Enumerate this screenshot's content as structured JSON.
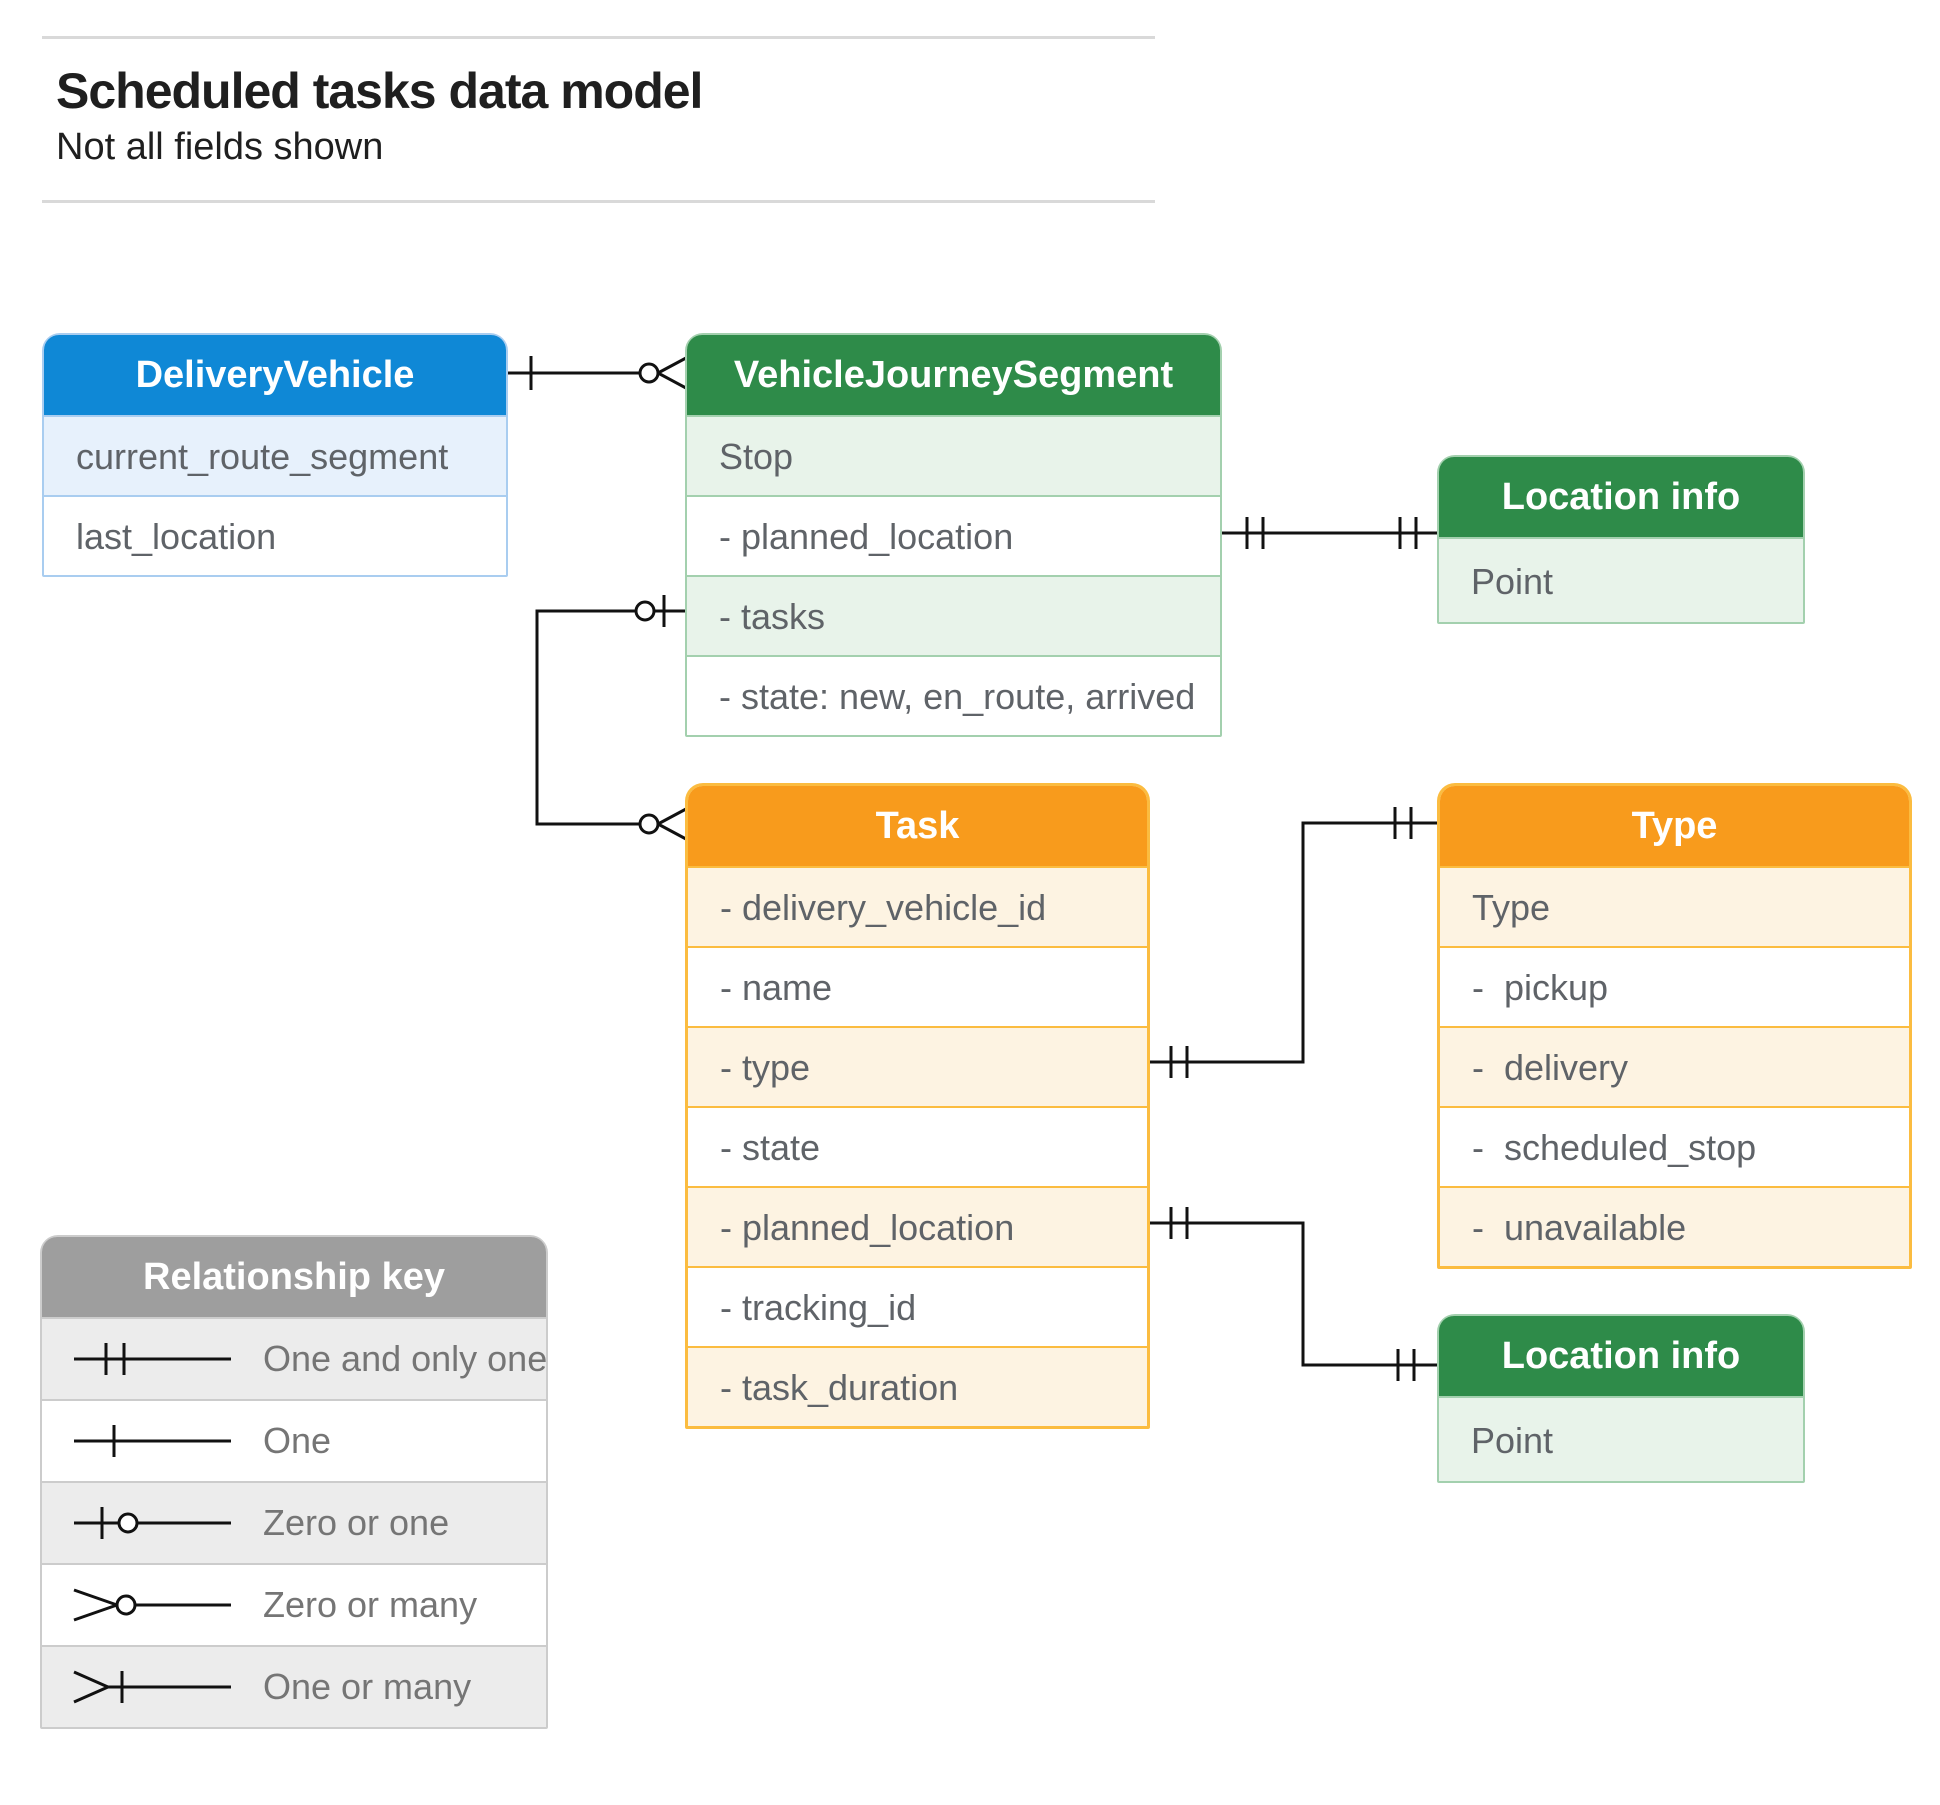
{
  "page": {
    "title": "Scheduled tasks data model",
    "subtitle": "Not all fields shown"
  },
  "colors": {
    "connector": "#111111",
    "rule": "#d9d9d9",
    "title_text": "#1f1f1f",
    "row_text": "#5f6368",
    "header_text": "#ffffff",
    "legend_label_text": "#757575",
    "themes": {
      "blue": {
        "header": "#0f88d6",
        "row_shaded": "#e7f1fc",
        "border": "#a9cdf0"
      },
      "green": {
        "header": "#2e8b49",
        "row_shaded": "#e8f3ea",
        "border": "#a3d0ae"
      },
      "orange": {
        "header": "#f89b1c",
        "row_shaded": "#fdf3e2",
        "border": "#fbbc40"
      },
      "gray": {
        "header": "#9e9e9e",
        "row_shaded": "#ececec",
        "border": "#cccccc"
      }
    }
  },
  "tables": [
    {
      "id": "delivery-vehicle",
      "title": "DeliveryVehicle",
      "theme": "blue",
      "rows": [
        {
          "text": "current_route_segment",
          "shaded": true
        },
        {
          "text": "last_location",
          "shaded": false
        }
      ]
    },
    {
      "id": "vehicle-journey-segment",
      "title": "VehicleJourneySegment",
      "theme": "green",
      "rows": [
        {
          "text": "Stop",
          "shaded": true
        },
        {
          "text": "- planned_location",
          "shaded": false
        },
        {
          "text": "- tasks",
          "shaded": true
        },
        {
          "text": "- state: new, en_route, arrived",
          "shaded": false
        }
      ]
    },
    {
      "id": "location-info-top",
      "title": "Location info",
      "theme": "green",
      "rows": [
        {
          "text": "Point",
          "shaded": true
        }
      ]
    },
    {
      "id": "task",
      "title": "Task",
      "theme": "orange",
      "rows": [
        {
          "text": "- delivery_vehicle_id",
          "shaded": true
        },
        {
          "text": "- name",
          "shaded": false
        },
        {
          "text": "- type",
          "shaded": true
        },
        {
          "text": "- state",
          "shaded": false
        },
        {
          "text": "- planned_location",
          "shaded": true
        },
        {
          "text": "- tracking_id",
          "shaded": false
        },
        {
          "text": "- task_duration",
          "shaded": true
        }
      ]
    },
    {
      "id": "type",
      "title": "Type",
      "theme": "orange",
      "rows": [
        {
          "text": "Type",
          "shaded": true
        },
        {
          "text": "-  pickup",
          "shaded": false
        },
        {
          "text": "-  delivery",
          "shaded": true
        },
        {
          "text": "-  scheduled_stop",
          "shaded": false
        },
        {
          "text": "-  unavailable",
          "shaded": true
        }
      ]
    },
    {
      "id": "location-info-bottom",
      "title": "Location info",
      "theme": "green",
      "rows": [
        {
          "text": "Point",
          "shaded": true
        }
      ]
    }
  ],
  "legend": {
    "title": "Relationship key",
    "rows": [
      {
        "symbol": "one-and-only-one",
        "label": "One and only one"
      },
      {
        "symbol": "one",
        "label": "One"
      },
      {
        "symbol": "zero-or-one",
        "label": "Zero or one"
      },
      {
        "symbol": "zero-or-many",
        "label": "Zero or many"
      },
      {
        "symbol": "one-or-many",
        "label": "One or many"
      }
    ]
  },
  "connectors": [
    {
      "from": "DeliveryVehicle",
      "to": "VehicleJourneySegment",
      "from_cardinality": "one",
      "to_cardinality": "zero-or-many"
    },
    {
      "from": "VehicleJourneySegment.planned_location",
      "to": "Location info",
      "from_cardinality": "one-and-only-one",
      "to_cardinality": "one-and-only-one"
    },
    {
      "from": "VehicleJourneySegment.tasks",
      "to": "Task",
      "from_cardinality": "zero-or-one",
      "to_cardinality": "zero-or-many"
    },
    {
      "from": "Task.type",
      "to": "Type",
      "from_cardinality": "one-and-only-one",
      "to_cardinality": "one-and-only-one"
    },
    {
      "from": "Task.planned_location",
      "to": "Location info",
      "from_cardinality": "one-and-only-one",
      "to_cardinality": "one-and-only-one"
    }
  ]
}
